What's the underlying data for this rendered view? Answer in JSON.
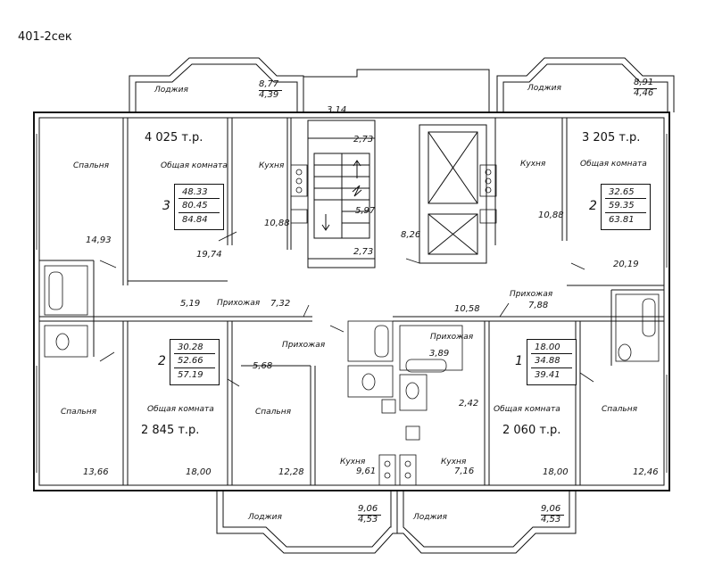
{
  "title": "401-2сек",
  "apartments": [
    {
      "id": "tl",
      "price": "4 025 т.р.",
      "rooms": "3",
      "living": "48.33",
      "total": "80.45",
      "total_with_loggia": "84.84"
    },
    {
      "id": "tr",
      "price": "3 205 т.р.",
      "rooms": "2",
      "living": "32.65",
      "total": "59.35",
      "total_with_loggia": "63.81"
    },
    {
      "id": "bl",
      "price": "2 845 т.р.",
      "rooms": "2",
      "living": "30.28",
      "total": "52.66",
      "total_with_loggia": "57.19"
    },
    {
      "id": "br",
      "price": "2 060 т.р.",
      "rooms": "1",
      "living": "18.00",
      "total": "34.88",
      "total_with_loggia": "39.41"
    }
  ],
  "room_labels": {
    "bedroom_tl": "Спальня",
    "living_tl": "Общая комната",
    "kitchen_tl": "Кухня",
    "kitchen_tr": "Кухня",
    "living_tr": "Общая комната",
    "hall_l": "Прихожая",
    "hall_c": "Прихожая",
    "hall_r": "Прихожая",
    "hall_b": "Прихожая",
    "bedroom_bl": "Спальня",
    "living_bl": "Общая комната",
    "bedroom_bc": "Спальня",
    "living_br": "Общая комната",
    "bedroom_br": "Спальня",
    "kitchen_bl": "Кухня",
    "kitchen_br": "Кухня",
    "loggia_tl": "Лоджия",
    "loggia_tr": "Лоджия",
    "loggia_bl": "Лоджия",
    "loggia_br": "Лоджия"
  },
  "areas": {
    "a_14_93": "14,93",
    "a_19_74": "19,74",
    "a_10_88_l": "10,88",
    "a_3_14": "3,14",
    "a_2_73_t": "2,73",
    "a_5_97": "5,97",
    "a_2_73_b": "2,73",
    "a_8_26": "8,26",
    "a_10_88_r": "10,88",
    "a_20_19": "20,19",
    "a_5_19": "5,19",
    "a_7_32": "7,32",
    "a_10_58": "10,58",
    "a_7_88": "7,88",
    "a_5_68": "5,68",
    "a_3_89": "3,89",
    "a_2_42": "2,42",
    "a_13_66": "13,66",
    "a_18_00_l": "18,00",
    "a_12_28": "12,28",
    "a_9_61": "9,61",
    "a_7_16": "7,16",
    "a_18_00_r": "18,00",
    "a_12_46": "12,46"
  },
  "loggias": {
    "tl": {
      "area": "8,77",
      "reduced": "4,39"
    },
    "tr": {
      "area": "8,91",
      "reduced": "4,46"
    },
    "bl": {
      "area": "9,06",
      "reduced": "4,53"
    },
    "br": {
      "area": "9,06",
      "reduced": "4,53"
    }
  }
}
